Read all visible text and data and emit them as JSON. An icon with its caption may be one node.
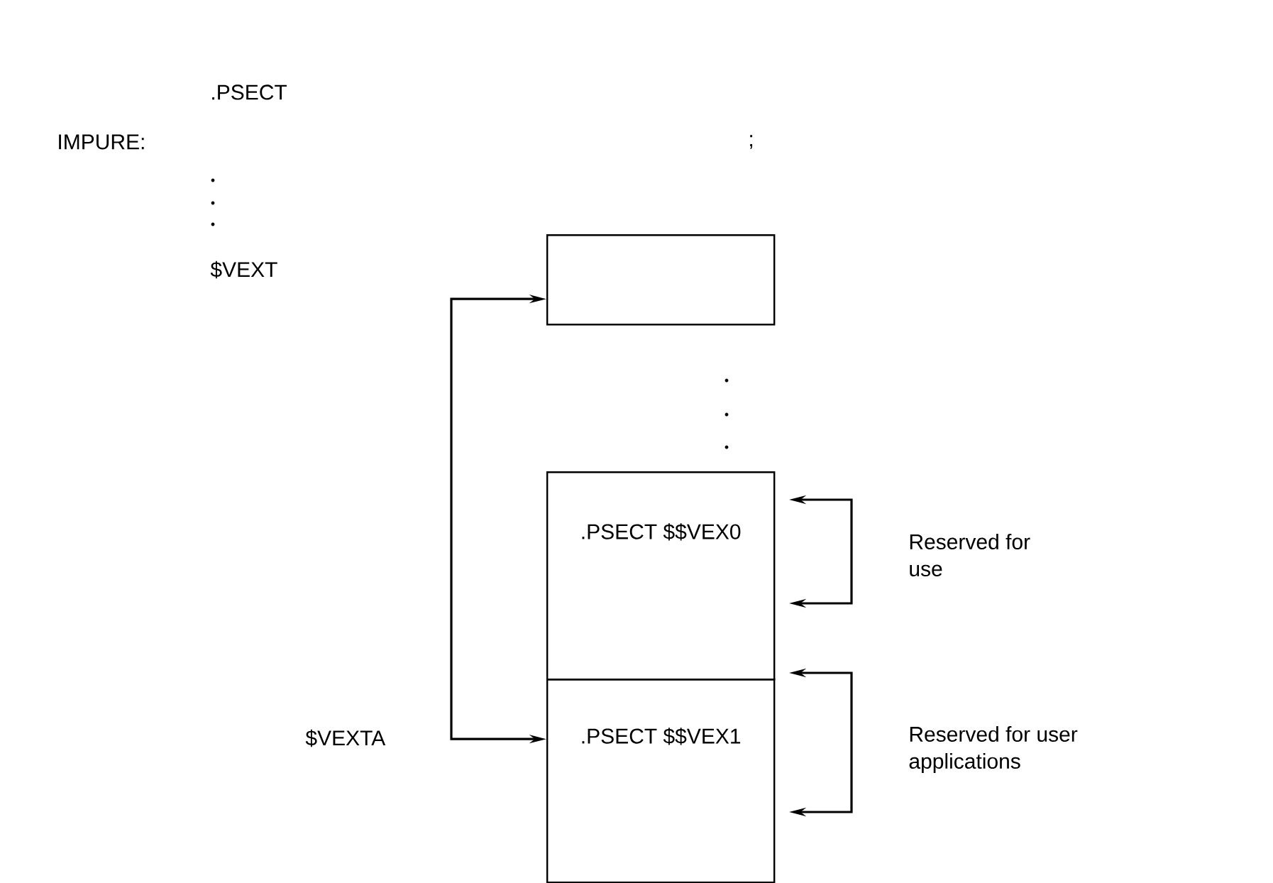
{
  "diagram": {
    "nodes": [
      {
        "text": [],
        "shape": "box"
      },
      {
        "text": [
          ".PSECT $$VEX0"
        ]
      },
      {
        "text": [
          ".PSECT $$VEX1"
        ]
      }
    ],
    "edges": [
      {
        "from": 2,
        "to": 0,
        "arrow": "both"
      }
    ],
    "labels": [
      ".PSECT",
      "IMPURE:",
      ";",
      "$VEXT",
      "$VEXTA",
      "Reserved for use",
      "Reserved for user applications"
    ]
  }
}
